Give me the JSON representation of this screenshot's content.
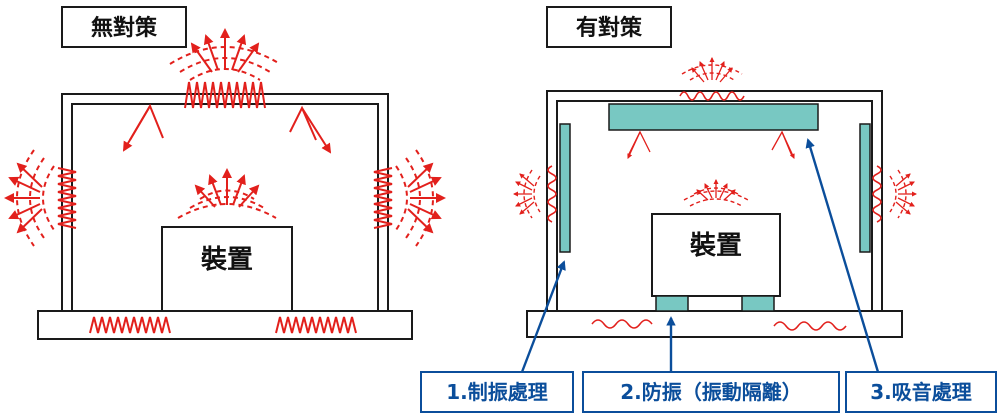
{
  "panels": {
    "without": {
      "title": "無對策",
      "device_label": "裝置"
    },
    "with": {
      "title": "有對策",
      "device_label": "裝置"
    }
  },
  "measures": [
    {
      "label": "1.制振處理"
    },
    {
      "label": "2.防振（振動隔離）"
    },
    {
      "label": "3.吸音處理"
    }
  ],
  "colors": {
    "sound": "#e2201c",
    "absorber": "#78c8c2",
    "leader": "#0b4e9b",
    "outline": "#1a1a1a"
  }
}
